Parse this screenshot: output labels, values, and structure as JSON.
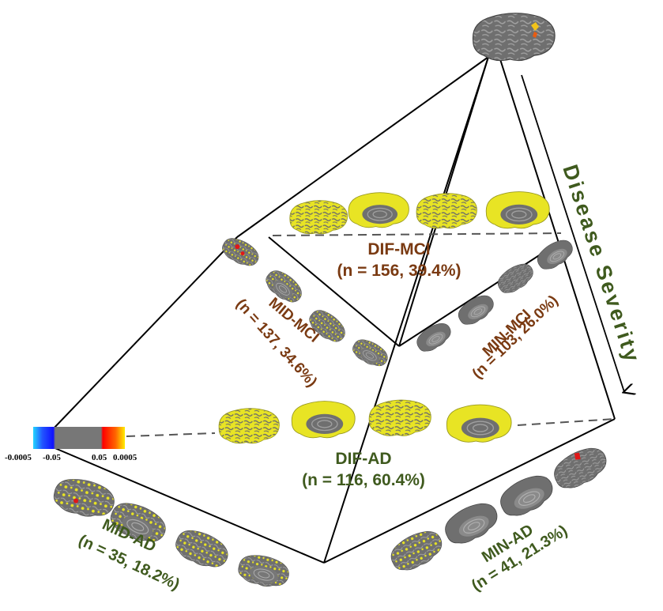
{
  "colors": {
    "mci_label": "#7a3a12",
    "ad_label": "#3f5a1e",
    "severity_label": "#3f5a1e",
    "atrophy": "#e8e424",
    "cortex": "#6b6b6b",
    "line": "#000000"
  },
  "groups": {
    "dif_mci": {
      "name": "DIF-MCI",
      "stats": "(n = 156, 39.4%)"
    },
    "mid_mci": {
      "name": "MID-MCI",
      "stats": "(n = 137, 34.6%)"
    },
    "min_mci": {
      "name": "MIN-MCI",
      "stats": "(n = 103, 26.0%)"
    },
    "dif_ad": {
      "name": "DIF-AD",
      "stats": "(n = 116, 60.4%)"
    },
    "mid_ad": {
      "name": "MID-AD",
      "stats": "(n = 35, 18.2%)"
    },
    "min_ad": {
      "name": "MIN-AD",
      "stats": "(n = 41, 21.3%)"
    }
  },
  "severity_axis": {
    "label": "Disease Severity"
  },
  "colorbar": {
    "ticks": [
      "-0.0005",
      "-0.05",
      "0.05",
      "0.0005"
    ]
  },
  "icons": {
    "brain": "brain-surface-icon"
  }
}
